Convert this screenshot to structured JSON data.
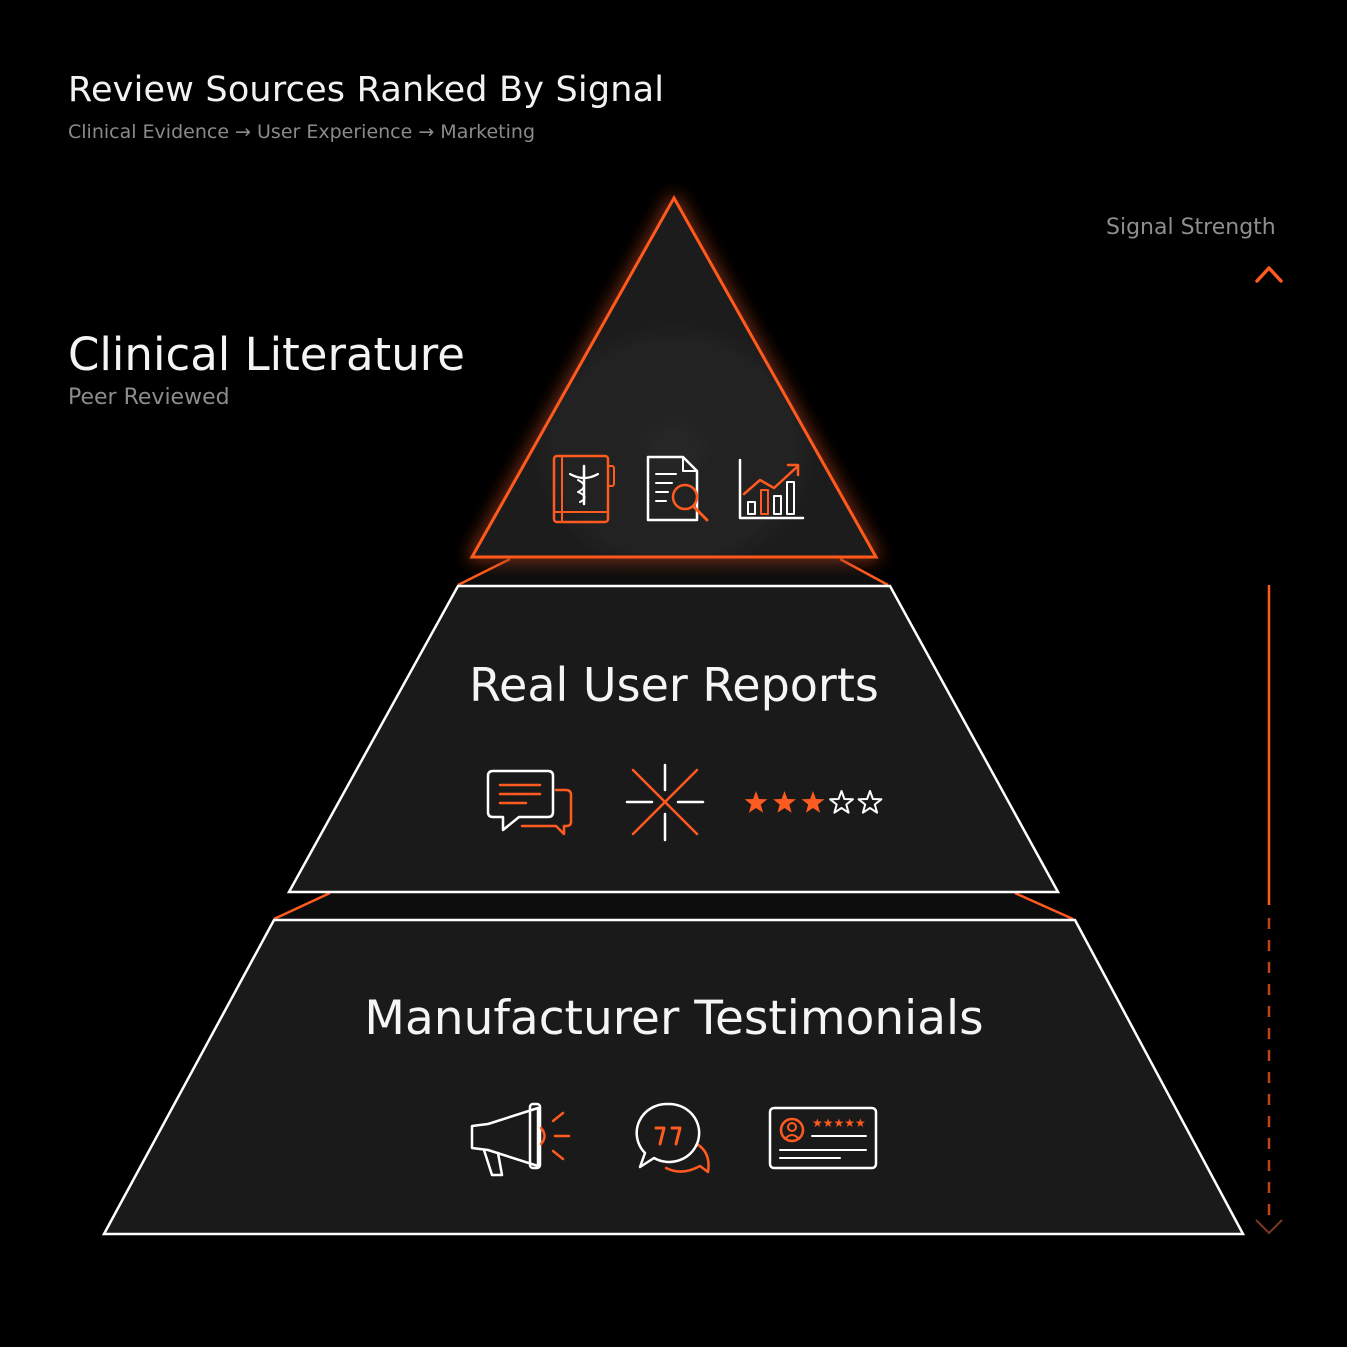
{
  "header": {
    "title": "Review Sources Ranked By Signal",
    "subtitle": "Clinical Evidence → User Experience → Marketing"
  },
  "top_tier": {
    "title": "Clinical Literature",
    "subtitle": "Peer Reviewed",
    "icons": [
      "medical-book-icon",
      "document-search-icon",
      "growth-chart-icon"
    ]
  },
  "middle_tier": {
    "title": "Real User Reports",
    "icons": [
      "chat-bubbles-icon",
      "sparkle-burst-icon",
      "star-rating-icon"
    ],
    "rating": {
      "filled": 3,
      "total": 5
    }
  },
  "bottom_tier": {
    "title": "Manufacturer Testimonials",
    "icons": [
      "megaphone-icon",
      "quote-bubble-icon",
      "review-card-icon"
    ]
  },
  "signal_axis": {
    "label": "Signal Strength",
    "direction": "up"
  },
  "colors": {
    "background": "#000000",
    "accent": "#ff5a1f",
    "tier_fill": "#1a1a1a",
    "outline": "#ffffff"
  }
}
